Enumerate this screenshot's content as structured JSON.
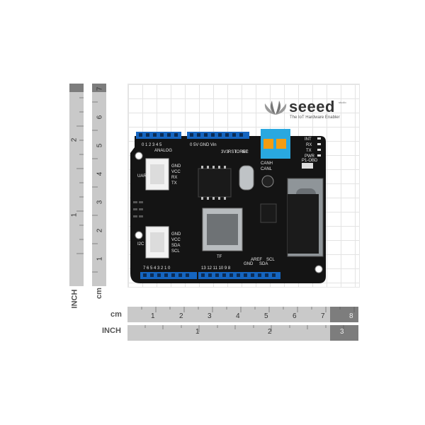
{
  "logo": {
    "name": "seeed",
    "superscript": "studio",
    "tagline": "The IoT Hardware Enabler"
  },
  "rulers": {
    "bottom_cm_unit": "cm",
    "bottom_inch_unit": "INCH",
    "left_cm_unit": "cm",
    "left_inch_unit": "INCH",
    "bottom_cm_ticks": [
      "1",
      "2",
      "3",
      "4",
      "5",
      "6",
      "7",
      "8"
    ],
    "bottom_inch_ticks": [
      "1",
      "2",
      "3"
    ],
    "left_cm_ticks": [
      "7",
      "6",
      "5",
      "4",
      "3",
      "2",
      "1"
    ],
    "left_inch_ticks": [
      "2",
      "1"
    ]
  },
  "board": {
    "analog_header": "0 1 2 3 4 5",
    "analog_label": "ANALOG",
    "power_pins": "0 5V GND Vin",
    "power_labels": [
      "NC",
      "IOREF",
      "RST",
      "3V3"
    ],
    "grove_top_pins": [
      "GND",
      "VCC",
      "RX",
      "TX"
    ],
    "grove_top_name": "UART",
    "grove_bottom_pins": [
      "GND",
      "VCC",
      "SDA",
      "SCL"
    ],
    "grove_bottom_name": "I2C",
    "digital_header_left": "7 6 5 4 3 2 1 0",
    "digital_header_right": "13 12 11 10 9 8",
    "digital_labels": [
      "GND",
      "AREF",
      "SDA",
      "SCL"
    ],
    "sd_label": "TF",
    "can_labels": [
      "CANH",
      "CANL"
    ],
    "obd_label": "P1-OBD",
    "status_leds": [
      "INT",
      "RX",
      "TX",
      "PWR"
    ]
  },
  "colors": {
    "board": "#141414",
    "header": "#1565c0",
    "terminal": "#29a8e0",
    "terminal_screw": "#f39c12",
    "grove": "#f2f2f2",
    "db9": "#8f9599"
  }
}
